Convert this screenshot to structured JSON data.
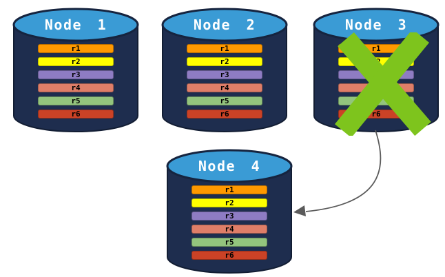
{
  "colors": {
    "background": "#ffffff",
    "cylinder_body": "#1E2D4E",
    "cylinder_body_border": "#121D33",
    "cylinder_top": "#3A9BD5",
    "cylinder_top_border": "#16243F",
    "node_title_text": "#ffffff",
    "record_text": "#000000",
    "x_mark": "#7EC41D",
    "arrow": "#5B5B5B"
  },
  "diagram": {
    "nodes": [
      {
        "title": "Node 1",
        "failed": false,
        "records": [
          {
            "label": "r1",
            "color": "#FF9900"
          },
          {
            "label": "r2",
            "color": "#FFFF00"
          },
          {
            "label": "r3",
            "color": "#8E7CC3"
          },
          {
            "label": "r4",
            "color": "#DF7E68"
          },
          {
            "label": "r5",
            "color": "#93C47D"
          },
          {
            "label": "r6",
            "color": "#CB4226"
          }
        ]
      },
      {
        "title": "Node 2",
        "failed": false,
        "records": [
          {
            "label": "r1",
            "color": "#FF9900"
          },
          {
            "label": "r2",
            "color": "#FFFF00"
          },
          {
            "label": "r3",
            "color": "#8E7CC3"
          },
          {
            "label": "r4",
            "color": "#DF7E68"
          },
          {
            "label": "r5",
            "color": "#93C47D"
          },
          {
            "label": "r6",
            "color": "#CB4226"
          }
        ]
      },
      {
        "title": "Node 3",
        "failed": true,
        "records": [
          {
            "label": "r1",
            "color": "#FF9900"
          },
          {
            "label": "r2",
            "color": "#FFFF00"
          },
          {
            "label": "r3",
            "color": "#8E7CC3"
          },
          {
            "label": "r4",
            "color": "#DF7E68"
          },
          {
            "label": "r5",
            "color": "#93C47D"
          },
          {
            "label": "r6",
            "color": "#CB4226"
          }
        ]
      },
      {
        "title": "Node 4",
        "failed": false,
        "records": [
          {
            "label": "r1",
            "color": "#FF9900"
          },
          {
            "label": "r2",
            "color": "#FFFF00"
          },
          {
            "label": "r3",
            "color": "#8E7CC3"
          },
          {
            "label": "r4",
            "color": "#DF7E68"
          },
          {
            "label": "r5",
            "color": "#93C47D"
          },
          {
            "label": "r6",
            "color": "#CB4226"
          }
        ]
      }
    ],
    "arrow": {
      "from": "Node 3",
      "to": "Node 4"
    }
  }
}
